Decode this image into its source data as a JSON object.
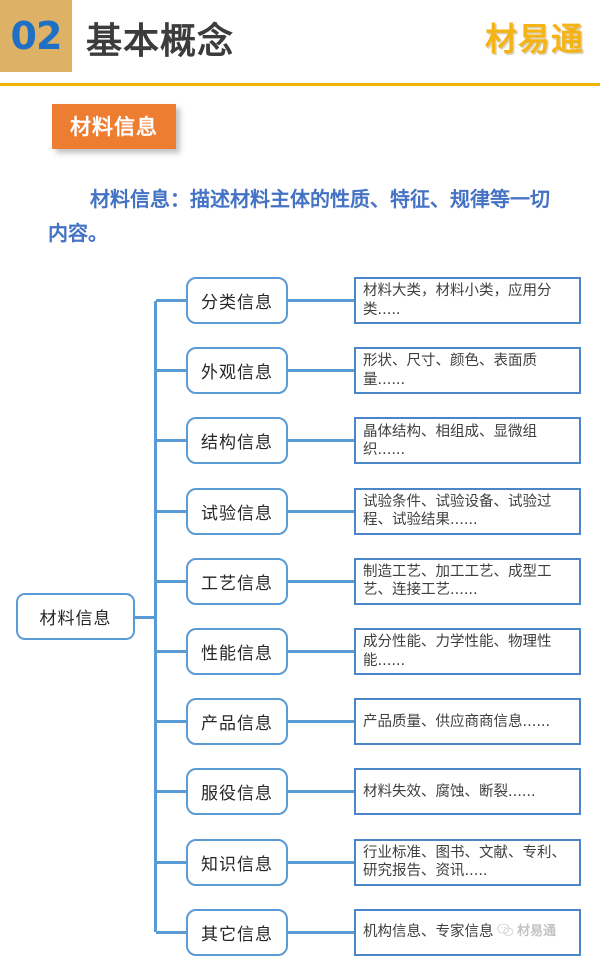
{
  "header": {
    "badge_number": "02",
    "title": "基本概念",
    "brand": "材易通",
    "badge_bg": "#ddb166",
    "badge_text_color": "#1f6fc4",
    "brand_color": "#f5b316",
    "rule_color": "#f0b400"
  },
  "section": {
    "tab_label": "材料信息",
    "tab_bg": "#ec7d31"
  },
  "definition": {
    "text": "材料信息：描述材料主体的性质、特征、规律等一切内容。",
    "color": "#4472c4"
  },
  "tree": {
    "line_color": "#5b9bd5",
    "node_border_color": "#5b9bd5",
    "desc_border_color": "#4a86c8",
    "root": {
      "label": "材料信息"
    },
    "branches": [
      {
        "node": "分类信息",
        "desc": "材料大类，材料小类，应用分类....."
      },
      {
        "node": "外观信息",
        "desc": "形状、尺寸、颜色、表面质量......"
      },
      {
        "node": "结构信息",
        "desc": "晶体结构、相组成、显微组织......"
      },
      {
        "node": "试验信息",
        "desc": "试验条件、试验设备、试验过程、试验结果......"
      },
      {
        "node": "工艺信息",
        "desc": "制造工艺、加工工艺、成型工艺、连接工艺......"
      },
      {
        "node": "性能信息",
        "desc": "成分性能、力学性能、物理性能......"
      },
      {
        "node": "产品信息",
        "desc": "产品质量、供应商商信息......"
      },
      {
        "node": "服役信息",
        "desc": "材料失效、腐蚀、断裂......"
      },
      {
        "node": "知识信息",
        "desc": "行业标准、图书、文献、专利、研究报告、资讯....."
      },
      {
        "node": "其它信息",
        "desc": "机构信息、专家信息"
      }
    ]
  },
  "watermark": {
    "icon": "wechat-icon",
    "text": "材易通"
  }
}
